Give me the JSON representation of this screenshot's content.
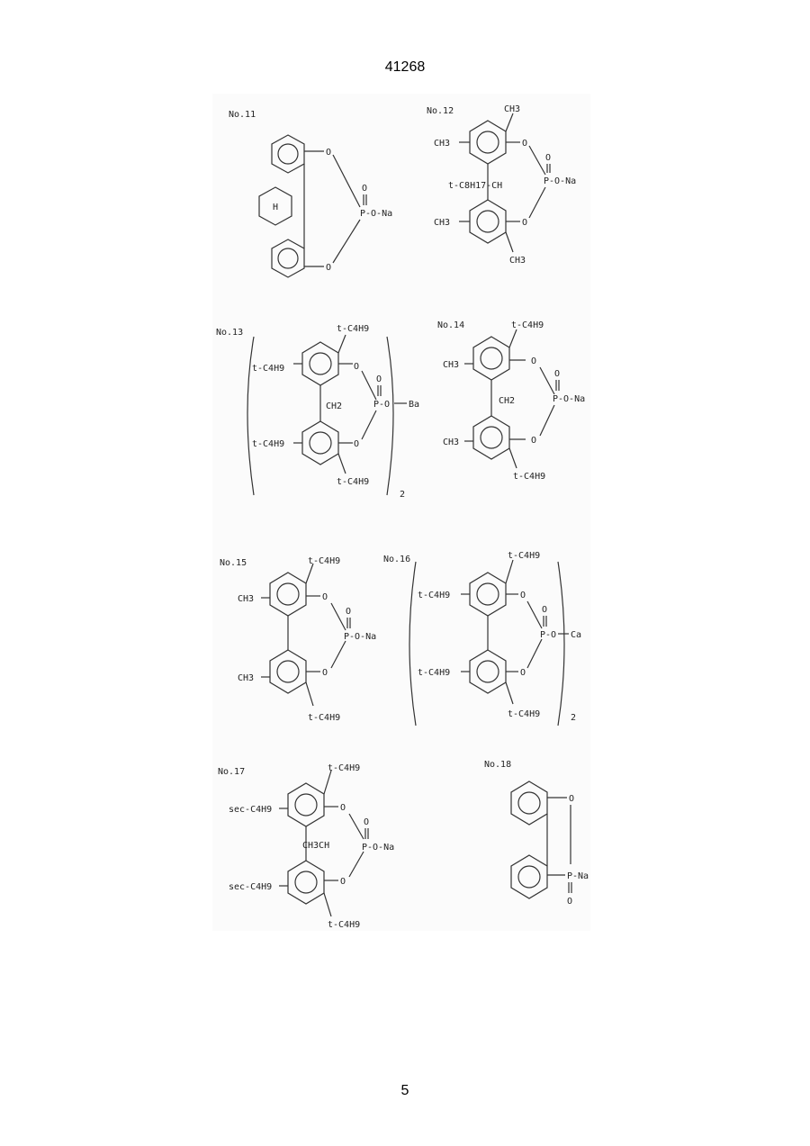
{
  "header": {
    "doc_number": "41268"
  },
  "footer": {
    "page_number": "5"
  },
  "structures": [
    {
      "id": "No.11",
      "labels": [
        "O",
        "O",
        "O",
        "P-O-Na",
        "H"
      ]
    },
    {
      "id": "No.12",
      "labels": [
        "CH3",
        "CH3",
        "CH3",
        "CH3",
        "t-C8H17-CH",
        "O",
        "O",
        "O",
        "P-O-Na"
      ]
    },
    {
      "id": "No.13",
      "labels": [
        "t-C4H9",
        "t-C4H9",
        "t-C4H9",
        "t-C4H9",
        "CH2",
        "O",
        "O",
        "O",
        "P-O",
        "Ba",
        "2"
      ]
    },
    {
      "id": "No.14",
      "labels": [
        "t-C4H9",
        "t-C4H9",
        "CH3",
        "CH3",
        "CH2",
        "O",
        "O",
        "O",
        "P-O-Na"
      ]
    },
    {
      "id": "No.15",
      "labels": [
        "t-C4H9",
        "t-C4H9",
        "CH3",
        "CH3",
        "O",
        "O",
        "O",
        "P-O-Na"
      ]
    },
    {
      "id": "No.16",
      "labels": [
        "t-C4H9",
        "t-C4H9",
        "t-C4H9",
        "t-C4H9",
        "O",
        "O",
        "O",
        "P-O",
        "Ca",
        "2"
      ]
    },
    {
      "id": "No.17",
      "labels": [
        "t-C4H9",
        "t-C4H9",
        "sec-C4H9",
        "sec-C4H9",
        "CH3CH",
        "O",
        "O",
        "O",
        "P-O-Na"
      ]
    },
    {
      "id": "No.18",
      "labels": [
        "O",
        "P-Na",
        "O"
      ]
    }
  ]
}
